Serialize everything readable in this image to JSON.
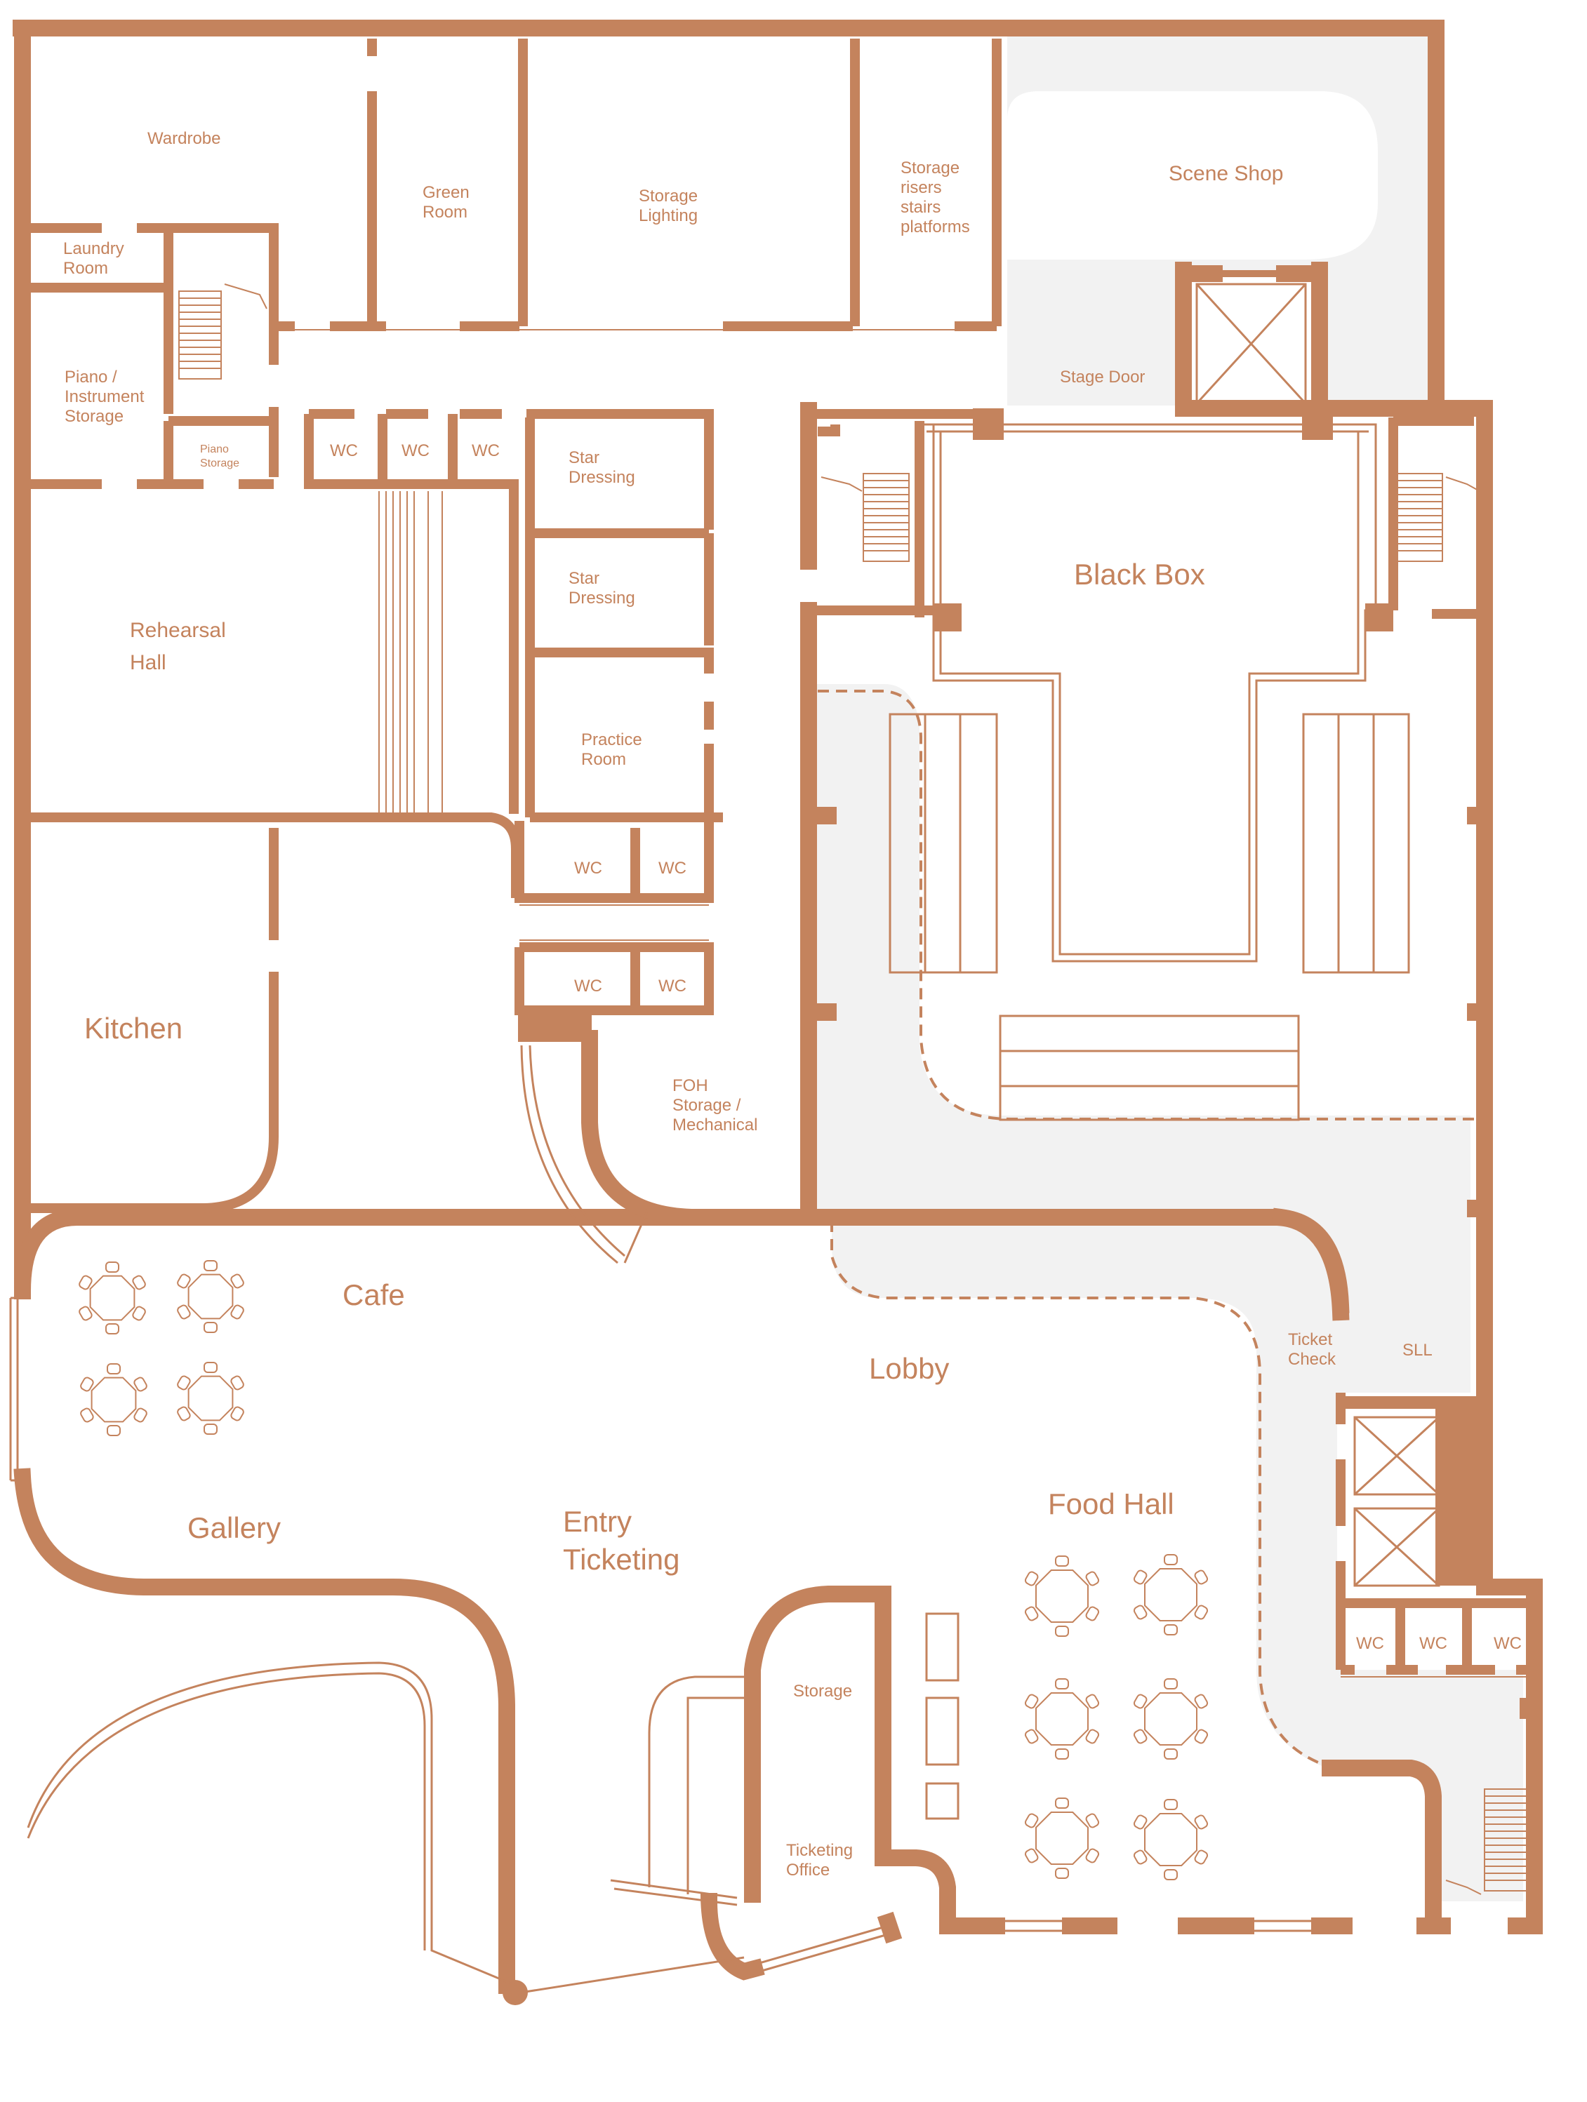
{
  "rooms": {
    "wardrobe": "Wardrobe",
    "green_room": [
      "Green",
      "Room"
    ],
    "storage_lighting": [
      "Storage",
      "Lighting"
    ],
    "storage_risers": [
      "Storage",
      "risers",
      "stairs",
      "platforms"
    ],
    "scene_shop": "Scene Shop",
    "laundry": [
      "Laundry",
      "Room"
    ],
    "piano_storage": [
      "Piano /",
      "Instrument",
      "Storage"
    ],
    "piano_storage_small": [
      "Piano",
      "Storage"
    ],
    "wc": "WC",
    "star_dressing": [
      "Star",
      "Dressing"
    ],
    "stage_door": "Stage Door",
    "black_box": "Black Box",
    "rehearsal_hall": [
      "Rehearsal",
      "Hall"
    ],
    "practice_room": [
      "Practice",
      "Room"
    ],
    "kitchen": "Kitchen",
    "foh": [
      "FOH",
      "Storage /",
      "Mechanical"
    ],
    "cafe": "Cafe",
    "lobby": "Lobby",
    "ticket_check": [
      "Ticket",
      "Check"
    ],
    "sll": "SLL",
    "gallery": "Gallery",
    "entry": [
      "Entry",
      "Ticketing"
    ],
    "food_hall": "Food Hall",
    "storage": "Storage",
    "ticketing_office": [
      "Ticketing",
      "Office"
    ]
  },
  "colors": {
    "wall": "#c4835d",
    "circulation": "#f2f2f2",
    "background": "#ffffff"
  }
}
